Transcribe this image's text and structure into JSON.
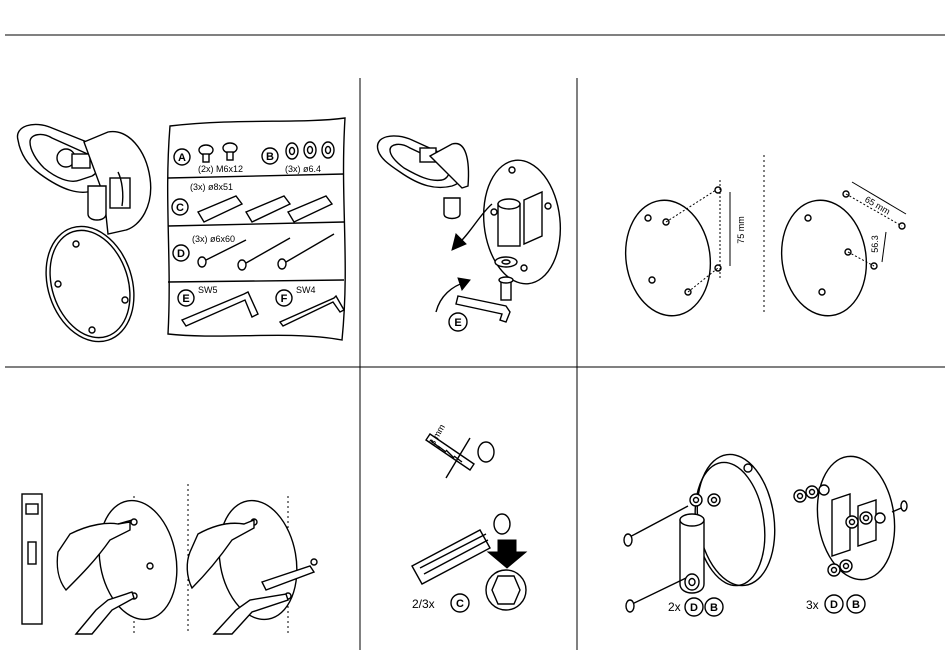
{
  "parts": {
    "A": {
      "letter": "A",
      "spec": "(2x) M6x12"
    },
    "B": {
      "letter": "B",
      "spec": "(3x) ø6.4"
    },
    "C": {
      "letter": "C",
      "spec": "(3x) ø8x51"
    },
    "D": {
      "letter": "D",
      "spec": "(3x) ø6x60"
    },
    "E": {
      "letter": "E",
      "spec": "SW5"
    },
    "F": {
      "letter": "F",
      "spec": "SW4"
    }
  },
  "step2": {
    "tool_letter": "E"
  },
  "step3": {
    "left_dim": "75 mm",
    "right_dim_a": "65 mm",
    "right_dim_b": "56.3"
  },
  "step5": {
    "drill_label": "8 mm",
    "count": "2/3x",
    "letter": "C"
  },
  "step6": {
    "left_count": "2x",
    "right_count": "3x",
    "letter_d": "D",
    "letter_b": "B"
  }
}
